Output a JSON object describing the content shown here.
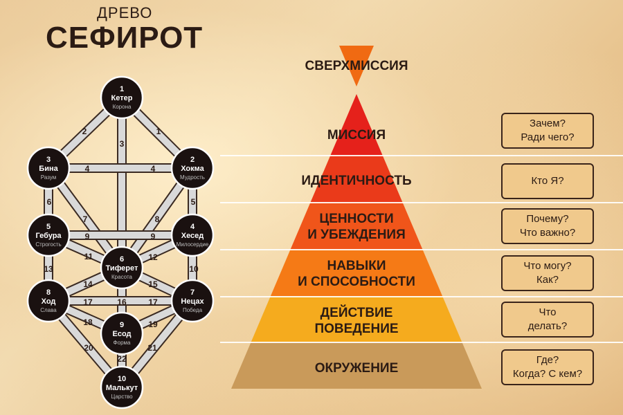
{
  "header": {
    "title_small": "ДРЕВО",
    "title_big": "СЕФИРОТ"
  },
  "sefirot": [
    {
      "id": "keter",
      "num": "1",
      "name": "Кетер",
      "meaning": "Корона"
    },
    {
      "id": "hokhma",
      "num": "2",
      "name": "Хокма",
      "meaning": "Мудрость"
    },
    {
      "id": "bina",
      "num": "3",
      "name": "Бина",
      "meaning": "Разум"
    },
    {
      "id": "hesed",
      "num": "4",
      "name": "Хесед",
      "meaning": "Милосердие"
    },
    {
      "id": "gevura",
      "num": "5",
      "name": "Гебура",
      "meaning": "Строгость"
    },
    {
      "id": "tiferet",
      "num": "6",
      "name": "Тиферет",
      "meaning": "Красота"
    },
    {
      "id": "netzah",
      "num": "7",
      "name": "Нецах",
      "meaning": "Победа"
    },
    {
      "id": "hod",
      "num": "8",
      "name": "Ход",
      "meaning": "Слава"
    },
    {
      "id": "yesod",
      "num": "9",
      "name": "Есод",
      "meaning": "Форма"
    },
    {
      "id": "malkhut",
      "num": "10",
      "name": "Малькут",
      "meaning": "Царство"
    }
  ],
  "path_labels": [
    "1",
    "2",
    "3",
    "4",
    "4",
    "5",
    "6",
    "7",
    "8",
    "9",
    "9",
    "10",
    "11",
    "12",
    "13",
    "14",
    "15",
    "16",
    "17",
    "17",
    "18",
    "19",
    "20",
    "21",
    "22"
  ],
  "pyramid": {
    "levels": [
      {
        "label": "СВЕРХМИССИЯ",
        "color": "#f06a12"
      },
      {
        "label": "МИССИЯ",
        "color": "#e5211b"
      },
      {
        "label": "ИДЕНТИЧНОСТЬ",
        "color": "#ea3a1a"
      },
      {
        "label": "ЦЕННОСТИ\nИ УБЕЖДЕНИЯ",
        "color": "#f0551a"
      },
      {
        "label": "НАВЫКИ\nИ СПОСОБНОСТИ",
        "color": "#f57a16"
      },
      {
        "label": "ДЕЙСТВИЕ\nПОВЕДЕНИЕ",
        "color": "#f5ab1e"
      },
      {
        "label": "ОКРУЖЕНИЕ",
        "color": "#c99a5a"
      }
    ]
  },
  "questions": [
    "Зачем?\nРади чего?",
    "Кто Я?",
    "Почему?\nЧто важно?",
    "Что могу?\nКак?",
    "Что\nделать?",
    "Где?\nКогда? С кем?"
  ]
}
